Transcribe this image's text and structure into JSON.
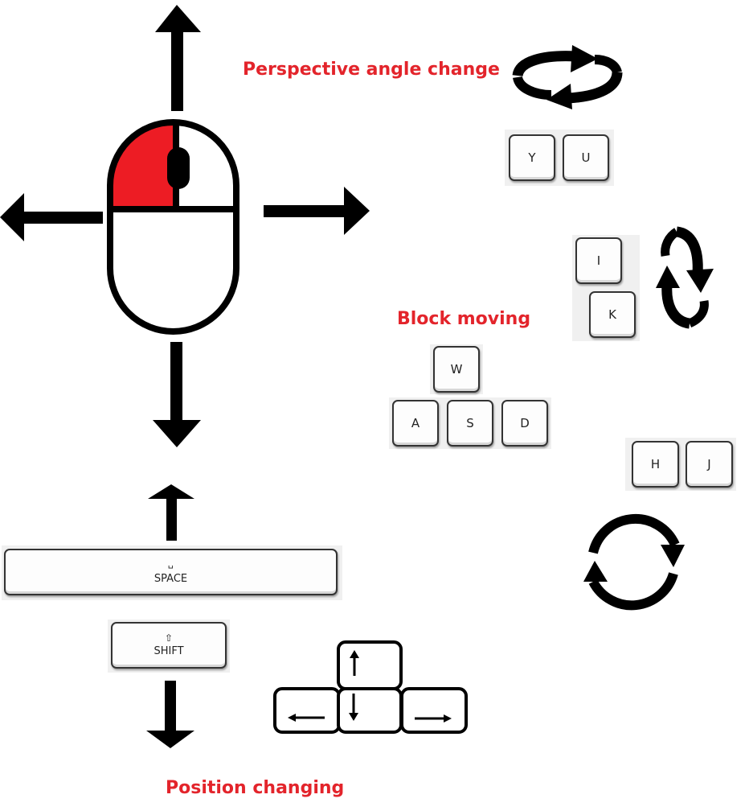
{
  "labels": {
    "perspective": "Perspective angle change",
    "block_moving": "Block moving",
    "position": "Position changing"
  },
  "keys": {
    "y": "Y",
    "u": "U",
    "i": "I",
    "k": "K",
    "w": "W",
    "a": "A",
    "s": "S",
    "d": "D",
    "h": "H",
    "j": "J",
    "space_symbol": "␣",
    "space": "SPACE",
    "shift_symbol": "⇧",
    "shift": "SHIFT"
  },
  "colors": {
    "label": "#e3242b",
    "mouse_left_button": "#ed1c24",
    "outline": "#000000"
  },
  "icons": {
    "mouse": "mouse-left-click-icon",
    "horizontal_rotate": "horizontal-rotation-icon",
    "vertical_rotate": "vertical-rotation-icon",
    "circular_rotate": "circular-rotation-icon",
    "arrow_keys": "arrow-keys-icon"
  }
}
